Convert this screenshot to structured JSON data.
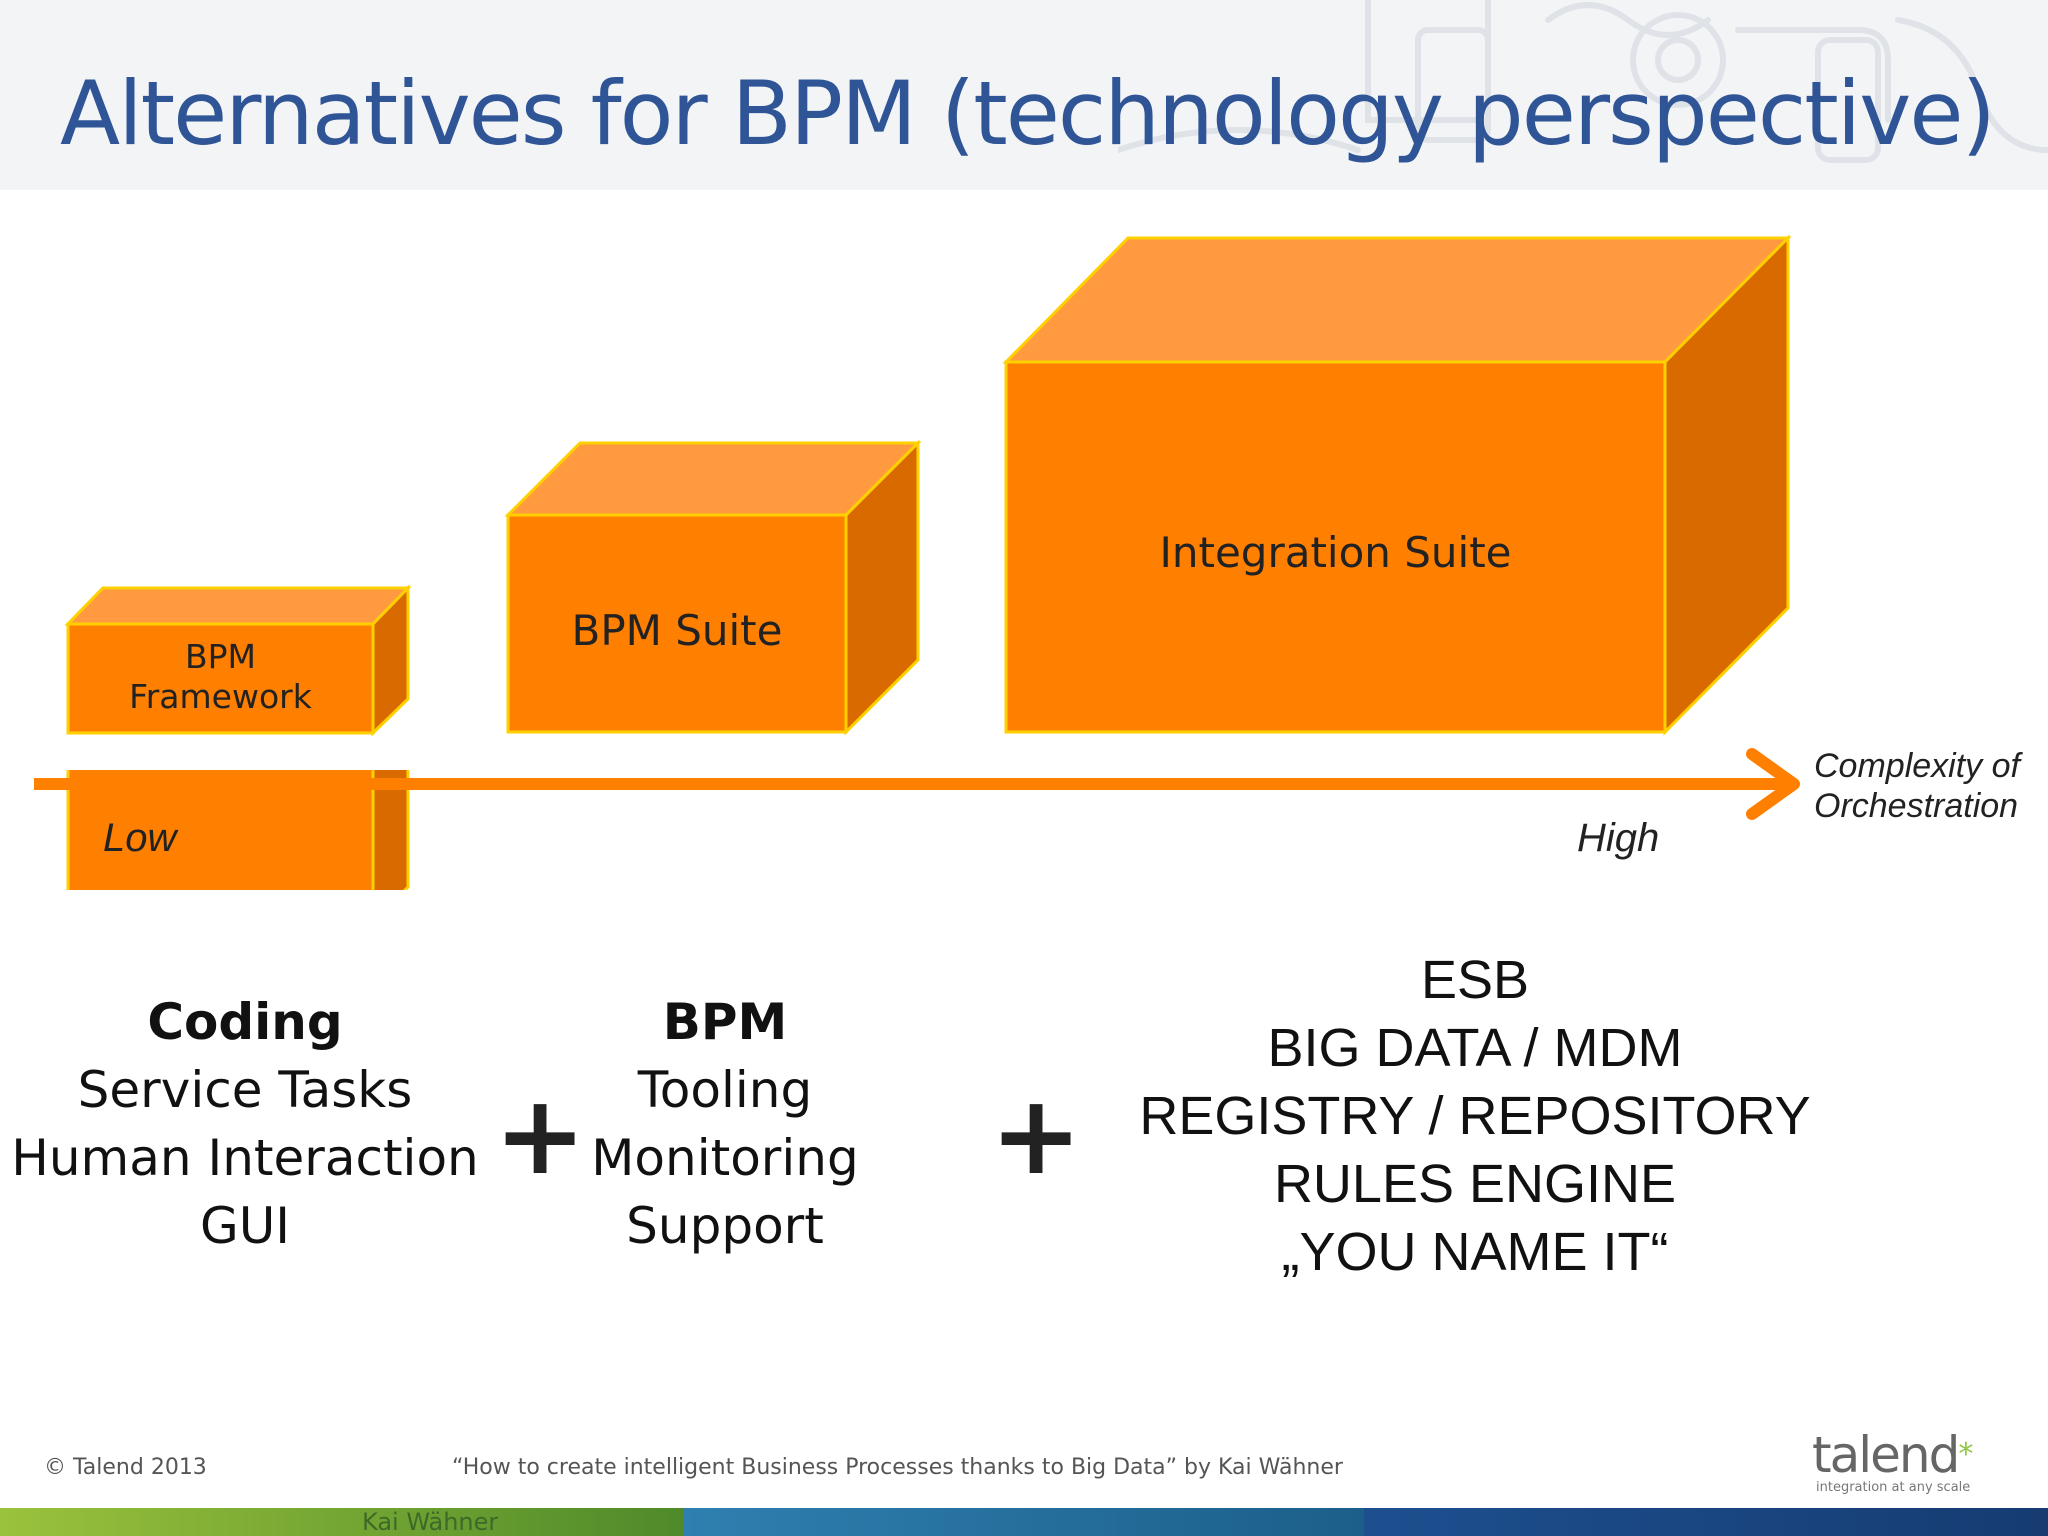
{
  "title": "Alternatives for BPM (technology perspective)",
  "boxes": {
    "framework": {
      "line1": "BPM",
      "line2": "Framework"
    },
    "bpm_suite": "BPM Suite",
    "integration_suite": "Integration Suite"
  },
  "axis": {
    "low": "Low",
    "high": "High",
    "label_line1": "Complexity of",
    "label_line2": "Orchestration"
  },
  "columns": {
    "left": [
      "Coding",
      "Service Tasks",
      "Human Interaction",
      "GUI"
    ],
    "middle": [
      "BPM",
      "Tooling",
      "Monitoring",
      "Support"
    ],
    "right": [
      "ESB",
      "BIG DATA / MDM",
      "REGISTRY / REPOSITORY",
      "RULES ENGINE",
      "„YOU NAME IT“"
    ]
  },
  "plus_sign": "+",
  "footer": {
    "copyright": "© Talend 2013",
    "citation": "“How to create intelligent Business Processes thanks to Big Data” by Kai Wähner",
    "author_partial": "Kai Wähner"
  },
  "logo": {
    "word": "talend",
    "star": "*",
    "tagline": "integration at any scale"
  },
  "colors": {
    "title": "#2f5597",
    "box_front": "#ff7f00",
    "box_top": "#ff9a40",
    "box_side": "#d96a00",
    "box_edge": "#ffd000",
    "axis": "#ff7f00"
  }
}
